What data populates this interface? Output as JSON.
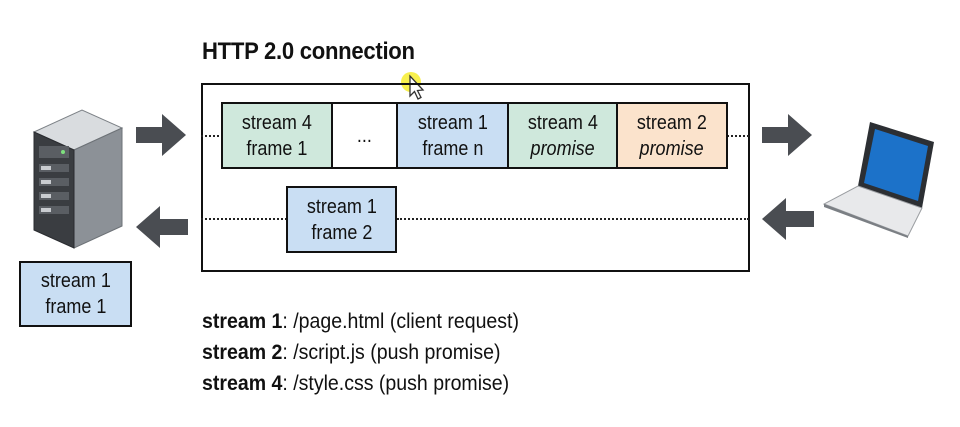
{
  "title": "HTTP 2.0 connection",
  "outgoing_frames": [
    {
      "line1": "stream 4",
      "line2": "frame 1",
      "color": "#cfe8dc"
    },
    {
      "line1": "...",
      "line2": "",
      "color": "#ffffff"
    },
    {
      "line1": "stream 1",
      "line2": "frame n",
      "color": "#c9def3"
    },
    {
      "line1": "stream 4",
      "line2": "promise",
      "color": "#cfe8dc"
    },
    {
      "line1": "stream 2",
      "line2": "promise",
      "color": "#fbe3cc"
    }
  ],
  "incoming_frame": {
    "line1": "stream 1",
    "line2": "frame 2"
  },
  "server_frame": {
    "line1": "stream 1",
    "line2": "frame 1"
  },
  "legend": [
    {
      "stream": "stream 1",
      "desc": ": /page.html  (client request)"
    },
    {
      "stream": "stream 2",
      "desc": ": /script.js  (push promise)"
    },
    {
      "stream": "stream 4",
      "desc": ": /style.css  (push promise)"
    }
  ],
  "icons": {
    "server": "server-icon",
    "laptop": "laptop-icon",
    "arrow_out_left": "arrow-right-icon",
    "arrow_out_right": "arrow-right-icon",
    "arrow_in_left": "arrow-left-icon",
    "arrow_in_right": "arrow-left-icon"
  }
}
